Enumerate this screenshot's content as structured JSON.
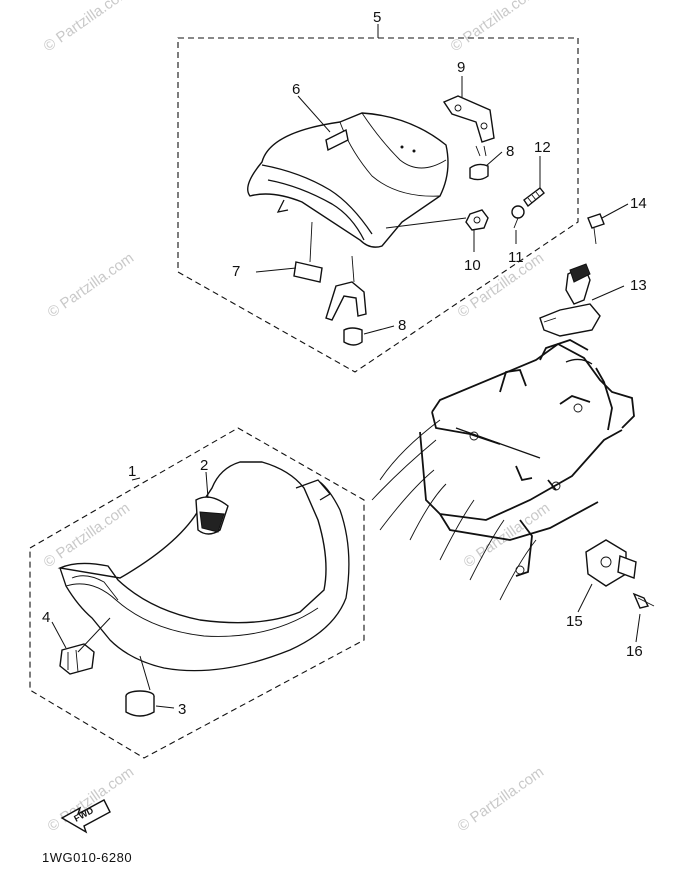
{
  "diagram": {
    "drawing_code": "1WG010-6280",
    "fwd_label": "FWD",
    "watermark_text": "© Partzilla.com",
    "callouts": [
      {
        "id": "1",
        "label": "1"
      },
      {
        "id": "2",
        "label": "2"
      },
      {
        "id": "3",
        "label": "3"
      },
      {
        "id": "4",
        "label": "4"
      },
      {
        "id": "5",
        "label": "5"
      },
      {
        "id": "6",
        "label": "6"
      },
      {
        "id": "7",
        "label": "7"
      },
      {
        "id": "8a",
        "label": "8"
      },
      {
        "id": "8b",
        "label": "8"
      },
      {
        "id": "9",
        "label": "9"
      },
      {
        "id": "10",
        "label": "10"
      },
      {
        "id": "11",
        "label": "11"
      },
      {
        "id": "12",
        "label": "12"
      },
      {
        "id": "13",
        "label": "13"
      },
      {
        "id": "14",
        "label": "14"
      },
      {
        "id": "15",
        "label": "15"
      },
      {
        "id": "16",
        "label": "16"
      }
    ]
  }
}
